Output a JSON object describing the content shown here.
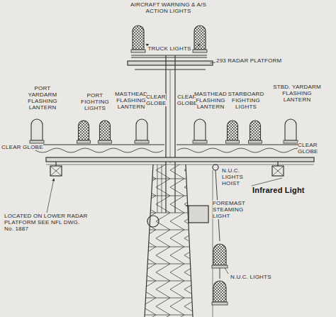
{
  "diagram": {
    "labels": [
      "AIRCRAFT WARNING & A/S ACTION LIGHTS",
      "TRUCK LIGHTS",
      "293 RADAR PLATFORM",
      "PORT YARDARM FLASHING LANTERN",
      "PORT FIGHTING LIGHTS",
      "CLEAR GLOBE",
      "MASTHEAD FLASHING LANTERN",
      "CLEAR GLOBE",
      "CLEAR GLOBE",
      "MASTHEAD FLASHING LANTERN",
      "STARBOARD FIGHTING LIGHTS",
      "STBD. YARDARM FLASHING LANTERN",
      "CLEAR GLOBE",
      "N.U.C. LIGHTS HOIST",
      "Infrared Light",
      "FOREMAST STEAMING LIGHT",
      "LOCATED ON LOWER RADAR PLATFORM SEE NFL DWG. No. 1887",
      "N.U.C. LIGHTS"
    ]
  }
}
